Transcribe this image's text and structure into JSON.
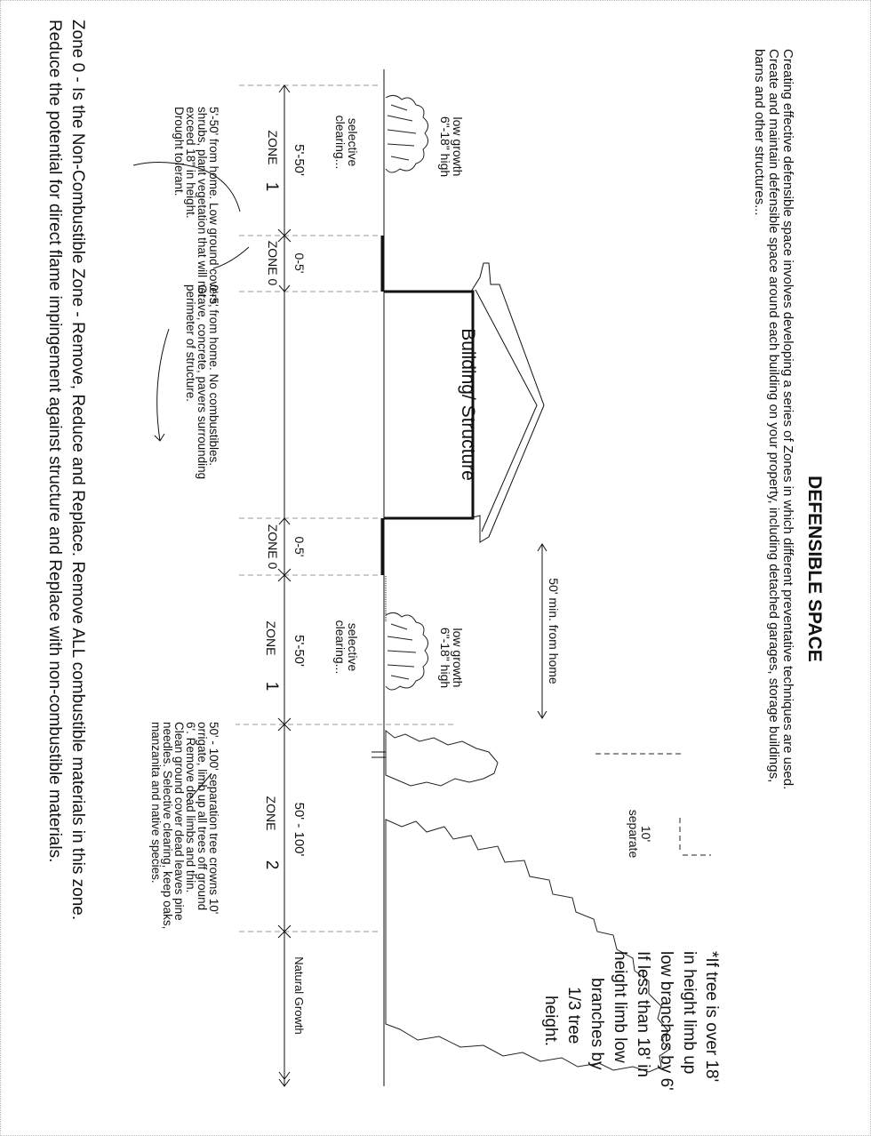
{
  "title": "DEFENSIBLE SPACE",
  "intro": {
    "line1": "Creating effective defensible space involves developing a series of Zones in which different preventative techniques are used.",
    "line2": "Create and maintain defensible space around each building on your property, including detached garages, storage buildings,",
    "line3": "barns and other structures..."
  },
  "building_label": "Building/ Structure",
  "left_side": {
    "low_growth": {
      "line1": "low growth",
      "line2": "6\"-18\" high"
    },
    "selective": {
      "line1": "selective",
      "line2": "clearing..."
    },
    "zone1": {
      "label": "ZONE",
      "num": "1",
      "dist": "5'-50'"
    },
    "zone0": {
      "label": "ZONE 0",
      "dist": "0-5'"
    },
    "zone1_note": {
      "line1": "5'-50' from home. Low ground covers,",
      "line2": "shrubs, plant vegetation that will not",
      "line3": "exceed 18\" in height.",
      "line4": "Drought tolerant."
    },
    "zone0_note": {
      "line1": "0'-5' from home. No combustibles.",
      "line2": "Grave, concrete, pavers surrounding",
      "line3": "perimeter of structure."
    }
  },
  "right_side": {
    "zone0": {
      "label": "ZONE 0",
      "dist": "0-5'"
    },
    "zone1": {
      "label": "ZONE",
      "num": "1",
      "dist": "5'-50'"
    },
    "low_growth": {
      "line1": "low growth",
      "line2": "6\"-18\" high"
    },
    "selective": {
      "line1": "selective",
      "line2": "clearing..."
    },
    "min_from_home": "50' min. from home",
    "zone2": {
      "label": "ZONE",
      "num": "2",
      "dist": "50' - 100'"
    },
    "separate": {
      "line1": "10'",
      "line2": "separate"
    },
    "zone2_note": {
      "line1": "50' - 100' separation tree crowns 10'",
      "line2": "orrigate, limb up all trees off ground",
      "line3": "6'. Remove dead limbs and thin.",
      "line4": "Clean ground cover dead leaves pine",
      "line5": "needles. Selective clearing, keep oaks,",
      "line6": "manzanita and native species."
    },
    "natural_growth": "Natural Growth"
  },
  "tree_note": {
    "line1": "*If tree is over 18'",
    "line2": "in height limb up",
    "line3": "low branches by 6'",
    "line4": "If less than 18' in",
    "line5": "height limb low",
    "line6": "branches by",
    "line7": "1/3 tree",
    "line8": "height."
  },
  "footer": {
    "line1": "Zone 0 - Is the Non-Combustible Zone - Remove, Reduce and Replace. Remove ALL combustible materials in this zone.",
    "line2": "Reduce the potential for direct flame impingement against structure and Replace with non-combustible materials."
  }
}
